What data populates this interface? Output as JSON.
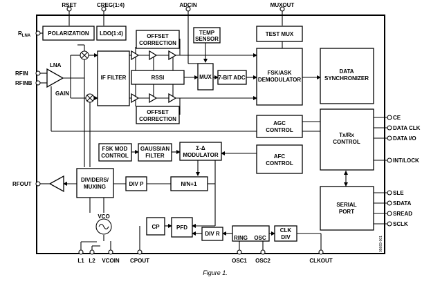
{
  "blocks": {
    "polarization": "POLARIZATION",
    "ldo": "LDO(1:4)",
    "offset_top_1": "OFFSET",
    "offset_top_2": "CORRECTION",
    "temp_1": "TEMP",
    "temp_2": "SENSOR",
    "test_mux": "TEST MUX",
    "lna": "LNA",
    "gain": "GAIN",
    "if_filter": "IF FILTER",
    "rssi": "RSSI",
    "mux": "MUX",
    "adc": "7-BIT ADC",
    "demod_1": "FSK/ASK",
    "demod_2": "DEMODULATOR",
    "datasync_1": "DATA",
    "datasync_2": "SYNCHRONIZER",
    "offset_bot_1": "OFFSET",
    "offset_bot_2": "CORRECTION",
    "agc_1": "AGC",
    "agc_2": "CONTROL",
    "txrx_1": "Tx/Rx",
    "txrx_2": "CONTROL",
    "fskmod_1": "FSK MOD",
    "fskmod_2": "CONTROL",
    "gauss_1": "GAUSSIAN",
    "gauss_2": "FILTER",
    "sigma_1": "Σ-Δ",
    "sigma_2": "MODULATOR",
    "afc_1": "AFC",
    "afc_2": "CONTROL",
    "dividers_1": "DIVIDERS/",
    "dividers_2": "MUXING",
    "divp": "DIV P",
    "nn1": "N/N+1",
    "serial_1": "SERIAL",
    "serial_2": "PORT",
    "vco": "VCO",
    "cp": "CP",
    "pfd": "PFD",
    "divr": "DIV R",
    "ring": "RING",
    "osc": "OSC",
    "clkdiv_1": "CLK",
    "clkdiv_2": "DIV"
  },
  "pins": {
    "rset": "RSET",
    "creg": "CREG(1:4)",
    "adcin": "ADCIN",
    "muxout": "MUXOUT",
    "rlna_main": "R",
    "rlna_sub": "LNA",
    "rfin": "RFIN",
    "rfinb": "RFINB",
    "rfout": "RFOUT",
    "ce": "CE",
    "dataclk": "DATA CLK",
    "dataio": "DATA I/O",
    "intlock": "INT/LOCK",
    "sle": "SLE",
    "sdata": "SDATA",
    "sread": "SREAD",
    "sclk": "SCLK",
    "l1": "L1",
    "l2": "L2",
    "vcoin": "VCOIN",
    "cpout": "CPOUT",
    "osc1": "OSC1",
    "osc2": "OSC2",
    "clkout": "CLKOUT"
  },
  "side_id": "05669-001",
  "caption": "Figure 1."
}
